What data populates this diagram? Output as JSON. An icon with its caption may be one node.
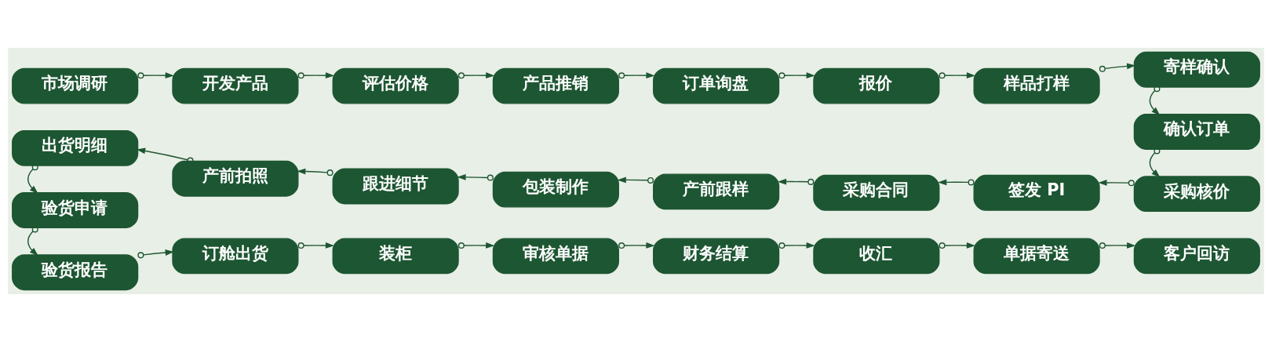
{
  "diagram": {
    "nodes": [
      {
        "text": [
          "市场调研"
        ]
      },
      {
        "text": [
          "开发产品"
        ]
      },
      {
        "text": [
          "评估价格"
        ]
      },
      {
        "text": [
          "产品推销"
        ]
      },
      {
        "text": [
          "订单询盘"
        ]
      },
      {
        "text": [
          "报价"
        ]
      },
      {
        "text": [
          "样品打样"
        ]
      },
      {
        "text": [
          "寄样确认"
        ]
      },
      {
        "text": [
          "确认订单"
        ]
      },
      {
        "text": [
          "采购核价"
        ]
      },
      {
        "text": [
          "签发 PI"
        ]
      },
      {
        "text": [
          "采购合同"
        ]
      },
      {
        "text": [
          "产前跟样"
        ]
      },
      {
        "text": [
          "包装制作"
        ]
      },
      {
        "text": [
          "跟进细节"
        ]
      },
      {
        "text": [
          "产前拍照"
        ]
      },
      {
        "text": [
          "出货明细"
        ]
      },
      {
        "text": [
          "验货申请"
        ]
      },
      {
        "text": [
          "验货报告"
        ]
      },
      {
        "text": [
          "订舱出货"
        ]
      },
      {
        "text": [
          "装柜"
        ]
      },
      {
        "text": [
          "审核单据"
        ]
      },
      {
        "text": [
          "财务结算"
        ]
      },
      {
        "text": [
          "收汇"
        ]
      },
      {
        "text": [
          "单据寄送"
        ]
      },
      {
        "text": [
          "客户回访"
        ]
      }
    ],
    "edges": [
      {
        "from": 0,
        "to": 1,
        "arrow": "to"
      },
      {
        "from": 1,
        "to": 2,
        "arrow": "to"
      },
      {
        "from": 2,
        "to": 3,
        "arrow": "to"
      },
      {
        "from": 3,
        "to": 4,
        "arrow": "to"
      },
      {
        "from": 4,
        "to": 5,
        "arrow": "to"
      },
      {
        "from": 5,
        "to": 6,
        "arrow": "to"
      },
      {
        "from": 6,
        "to": 7,
        "arrow": "to"
      },
      {
        "from": 7,
        "to": 8,
        "arrow": "to"
      },
      {
        "from": 8,
        "to": 9,
        "arrow": "to"
      },
      {
        "from": 9,
        "to": 10,
        "arrow": "to"
      },
      {
        "from": 10,
        "to": 11,
        "arrow": "to"
      },
      {
        "from": 11,
        "to": 12,
        "arrow": "to"
      },
      {
        "from": 12,
        "to": 13,
        "arrow": "to"
      },
      {
        "from": 13,
        "to": 14,
        "arrow": "to"
      },
      {
        "from": 14,
        "to": 15,
        "arrow": "to"
      },
      {
        "from": 15,
        "to": 16,
        "arrow": "to"
      },
      {
        "from": 16,
        "to": 17,
        "arrow": "to"
      },
      {
        "from": 17,
        "to": 18,
        "arrow": "to"
      },
      {
        "from": 18,
        "to": 19,
        "arrow": "to"
      },
      {
        "from": 19,
        "to": 20,
        "arrow": "to"
      },
      {
        "from": 20,
        "to": 21,
        "arrow": "to"
      },
      {
        "from": 21,
        "to": 22,
        "arrow": "to"
      },
      {
        "from": 22,
        "to": 23,
        "arrow": "to"
      },
      {
        "from": 23,
        "to": 24,
        "arrow": "to"
      },
      {
        "from": 24,
        "to": 25,
        "arrow": "to"
      }
    ]
  }
}
